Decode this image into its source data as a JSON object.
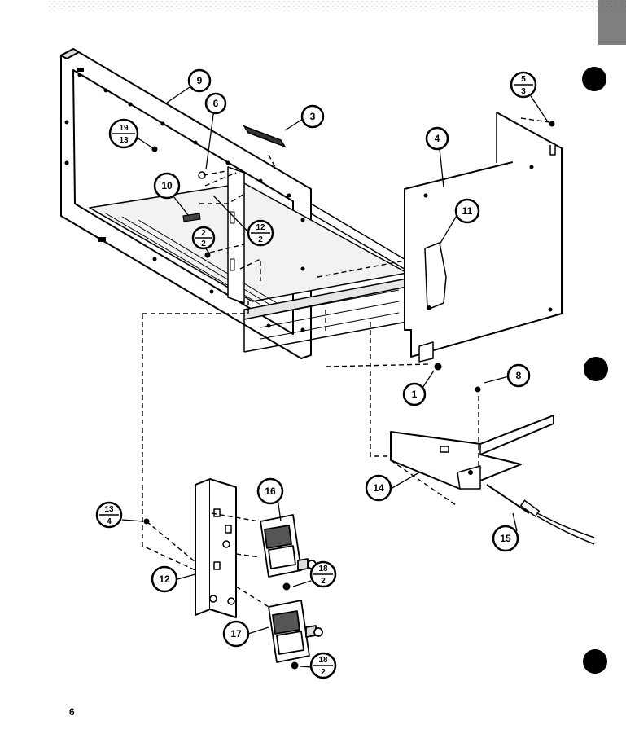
{
  "page_number": "6",
  "colors": {
    "ink": "#000000",
    "paper": "#ffffff",
    "metal": "#e8e8e8"
  },
  "callouts": {
    "c9": "9",
    "c6": "6",
    "c3": "3",
    "c4": "4",
    "c10": "10",
    "c11": "11",
    "c1": "1",
    "c8": "8",
    "c14": "14",
    "c15": "15",
    "c16": "16",
    "c12": "12",
    "c17": "17"
  },
  "fractions": {
    "f19_13": {
      "top": "19",
      "bottom": "13"
    },
    "f12_2": {
      "top": "12",
      "bottom": "2"
    },
    "f2_2": {
      "top": "2",
      "bottom": "2"
    },
    "f5_3": {
      "top": "5",
      "bottom": "3"
    },
    "f13_4": {
      "top": "13",
      "bottom": "4"
    },
    "f18_2a": {
      "top": "18",
      "bottom": "2"
    },
    "f18_2b": {
      "top": "18",
      "bottom": "2"
    }
  }
}
